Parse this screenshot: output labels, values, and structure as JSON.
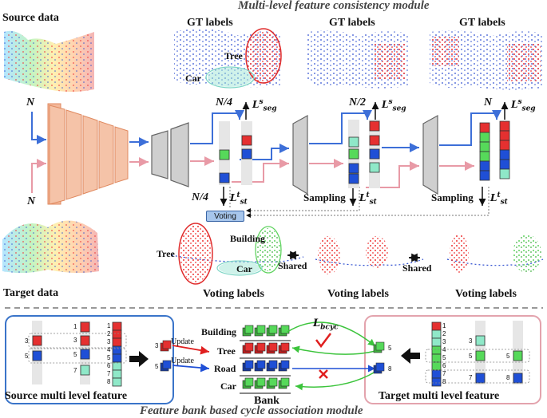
{
  "module_top": "Multi-level feature consistency module",
  "module_bottom": "Feature bank based cycle association module",
  "source_data": "Source data",
  "target_data": "Target data",
  "gt_labels": [
    "GT labels",
    "GT labels",
    "GT labels"
  ],
  "voting_labels": [
    "Voting labels",
    "Voting labels",
    "Voting labels"
  ],
  "n_source": "N",
  "n_target": "N",
  "scales": [
    "N/4",
    "N/2",
    "N"
  ],
  "n_quarter_left": "N/4",
  "sampling": [
    "Sampling",
    "Sampling"
  ],
  "loss_seg_main": "L",
  "loss_seg_sup": "s",
  "loss_seg_sub": "seg",
  "loss_st_sup": "t",
  "loss_st_sub": "st",
  "voting_button": "Voting",
  "scene_labels": {
    "tree": "Tree",
    "car": "Car",
    "building": "Building"
  },
  "shared": [
    "Shared",
    "Shared"
  ],
  "bank": {
    "title": "Bank",
    "classes": [
      "Building",
      "Tree",
      "Road",
      "Car"
    ],
    "update": [
      "Update",
      "Update"
    ],
    "loss_main": "L",
    "loss_sub": "bcyc"
  },
  "source_feature_label": "Source  multi level feature",
  "target_feature_label": "Target  multi level feature",
  "source_indices": [
    "1",
    "2",
    "3",
    "4",
    "5",
    "6",
    "7",
    "8"
  ],
  "source_left_labels": [
    "3",
    "5"
  ],
  "target_indices": [
    "1",
    "2",
    "3",
    "4",
    "5",
    "6",
    "7",
    "8"
  ],
  "target_right_labels": [
    "3",
    "5",
    "5",
    "7",
    "8"
  ],
  "selected_source": [
    "3",
    "5"
  ],
  "selected_target": [
    "5",
    "8"
  ],
  "colors": {
    "red": "#e53030",
    "blue": "#1f4fd6",
    "green": "#56d95a",
    "teal": "#8fe8c8",
    "arrow_blue": "#3d6fd8",
    "arrow_pink": "#e89aa6",
    "encoder": "#f3b89a",
    "bank_box": "#3a74c9",
    "target_box": "#e3a3ad"
  }
}
